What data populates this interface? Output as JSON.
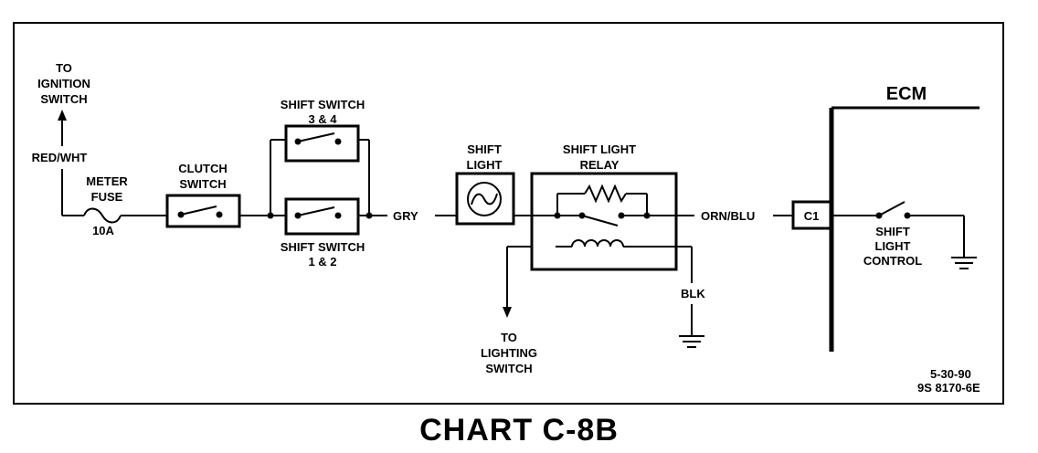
{
  "title": "CHART C-8B",
  "labels": {
    "to_ignition_switch": [
      "TO",
      "IGNITION",
      "SWITCH"
    ],
    "red_wht": "RED/WHT",
    "meter_fuse": [
      "METER",
      "FUSE"
    ],
    "fuse_rating": "10A",
    "clutch_switch": [
      "CLUTCH",
      "SWITCH"
    ],
    "shift_switch_34": [
      "SHIFT SWITCH",
      "3 & 4"
    ],
    "shift_switch_12": [
      "SHIFT SWITCH",
      "1 & 2"
    ],
    "gry": "GRY",
    "shift_light": [
      "SHIFT",
      "LIGHT"
    ],
    "shift_light_relay": [
      "SHIFT LIGHT",
      "RELAY"
    ],
    "orn_blu": "ORN/BLU",
    "blk": "BLK",
    "to_lighting_switch": [
      "TO",
      "LIGHTING",
      "SWITCH"
    ],
    "ecm": "ECM",
    "connector": "C1",
    "shift_light_control": [
      "SHIFT",
      "LIGHT",
      "CONTROL"
    ],
    "date": "5-30-90",
    "ref": "9S 8170-6E"
  },
  "colors": {
    "line": "#000000",
    "background": "#ffffff"
  }
}
